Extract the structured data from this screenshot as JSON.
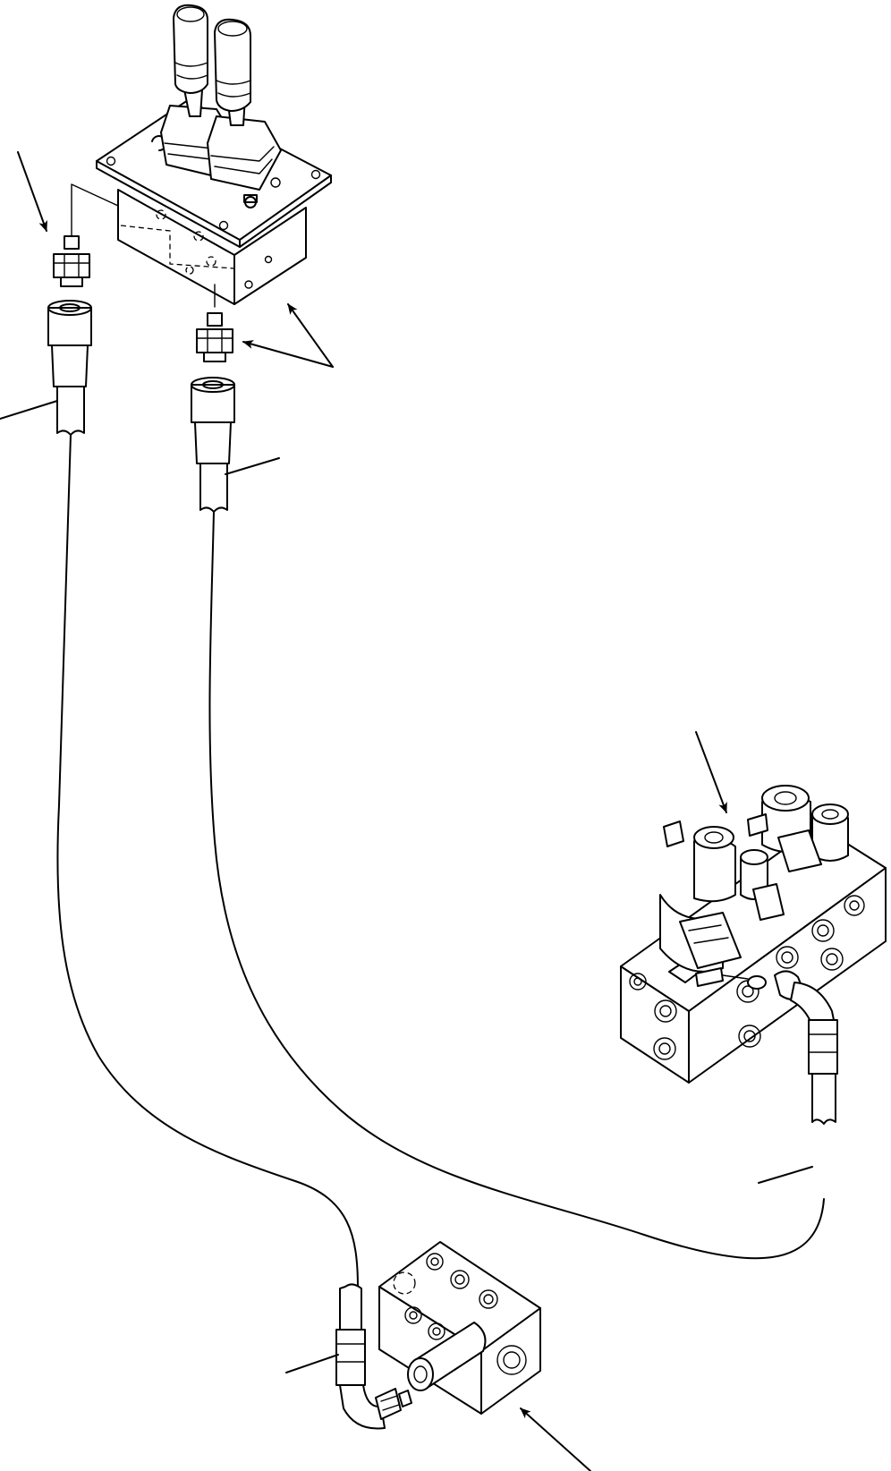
{
  "figure": {
    "kind": "exploded hydraulic pilot line assembly drawing",
    "printed_text": []
  },
  "parts": [
    {
      "id": "joystick-pilot-valve",
      "icon": "joystick-valve-icon"
    },
    {
      "id": "adapter-left",
      "icon": "adapter-fitting-icon"
    },
    {
      "id": "adapter-right",
      "icon": "adapter-fitting-icon"
    },
    {
      "id": "hose-left",
      "icon": "hose-icon"
    },
    {
      "id": "hose-right",
      "icon": "hose-icon"
    },
    {
      "id": "solenoid-valve-block",
      "icon": "solenoid-valve-icon"
    },
    {
      "id": "elbow-hose-solenoid",
      "icon": "elbow-hose-icon"
    },
    {
      "id": "junction-block",
      "icon": "junction-block-icon"
    },
    {
      "id": "elbow-hose-junction",
      "icon": "elbow-hose-icon"
    }
  ],
  "leaders": 8,
  "colors": {
    "ink": "#000000",
    "paper": "#ffffff"
  }
}
